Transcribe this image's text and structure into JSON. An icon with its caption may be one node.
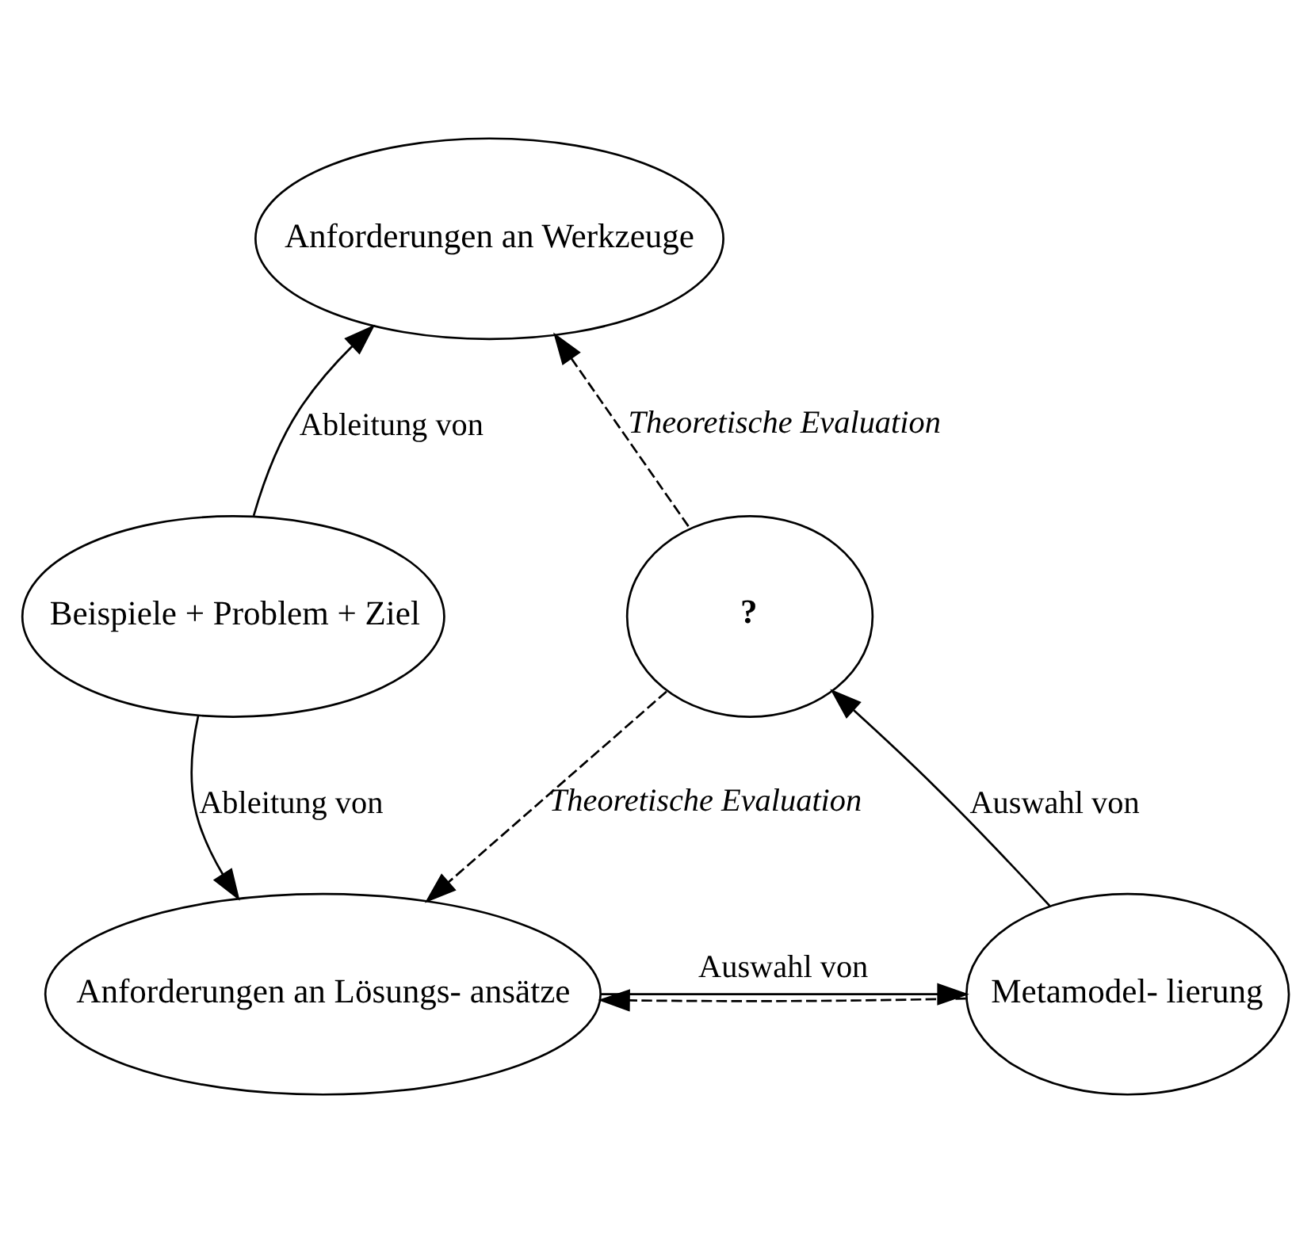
{
  "diagram": {
    "nodes": [
      {
        "text": [
          "Anforderungen an Werkzeuge"
        ]
      },
      {
        "text": [
          "Beispiele + Problem + Ziel"
        ]
      },
      {
        "text": [
          "?"
        ]
      },
      {
        "text": [
          "Anforderungen an Lösungs- ansätze"
        ]
      },
      {
        "text": [
          "Metamodel- lierung"
        ]
      }
    ],
    "edges": [
      {
        "from": 1,
        "to": 0,
        "arrow": "to",
        "label": "Ableitung von"
      },
      {
        "from": 2,
        "to": 0,
        "arrow": "to",
        "label": "Theoretische Evaluation",
        "style": "dashed"
      },
      {
        "from": 1,
        "to": 3,
        "arrow": "to",
        "label": "Ableitung von"
      },
      {
        "from": 2,
        "to": 3,
        "arrow": "to",
        "label": "Theoretische Evaluation",
        "style": "dashed"
      },
      {
        "from": 4,
        "to": 3,
        "arrow": "to",
        "style": "dashed"
      },
      {
        "from": 3,
        "to": 4,
        "arrow": "to",
        "label": "Auswahl von"
      },
      {
        "from": 4,
        "to": 2,
        "arrow": "to",
        "label": "Auswahl von"
      }
    ]
  }
}
